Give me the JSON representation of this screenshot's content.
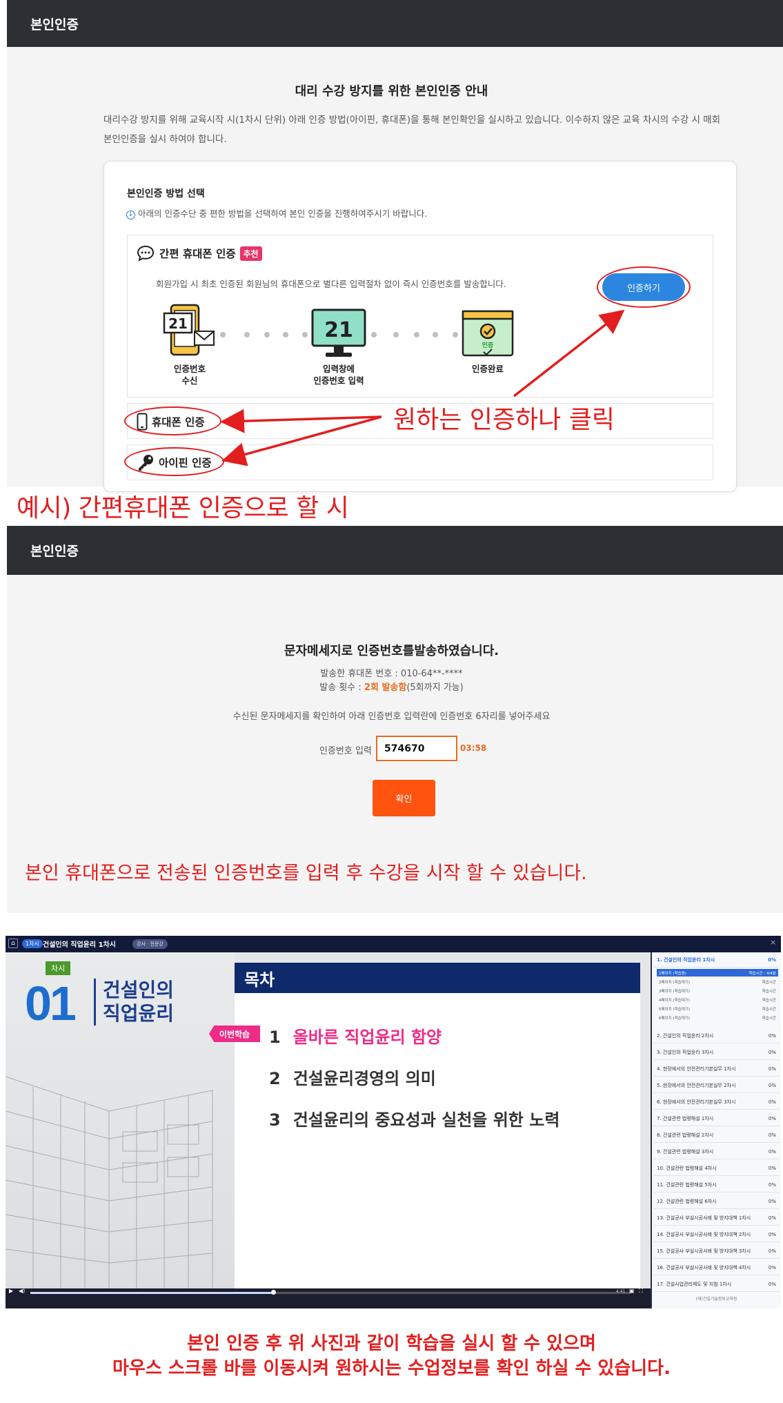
{
  "section1": {
    "header_title": "본인인증",
    "page_title": "대리 수강 방지를 위한 본인인증 안내",
    "description": "대리수강 방지를 위해 교육시작 시(1차시 단위) 아래 인증 방법(아이핀, 휴대폰)을 통해 본인확인을 실시하고 있습니다. 이수하지 않은 교육 차시의 수강 시 매회 본인인증을 실시 하여야 합니다.",
    "method_title": "본인인증 방법 선택",
    "method_desc": "아래의 인증수단 중 편한 방법을 선택하여 본인 인증을 진행하여주시기 바랍니다.",
    "simple_phone": {
      "label": "간편 휴대폰 인증",
      "badge": "추천",
      "desc": "회원가입 시 최초 인증된 회원님의 휴대폰으로 별다른 입력절차 없이 즉시 인증번호를 발송합니다.",
      "button": "인증하기",
      "step1_number": "21",
      "step2_number": "21",
      "step3_badge": "인증",
      "steps": [
        "인증번호\n수신",
        "입력창에\n인증번호 입력",
        "인증완료"
      ]
    },
    "phone_option": "휴대폰 인증",
    "ipin_option": "아이핀 인증",
    "annotation": "원하는 인증하나 클릭"
  },
  "example_caption": "예시) 간편휴대폰 인증으로 할 시",
  "section2": {
    "header_title": "본인인증",
    "title": "문자메세지로 인증번호를발송하였습니다.",
    "sent_phone": "발송한 휴대폰 번호 : 010-64**-****",
    "send_count_prefix": "발송 횟수 : ",
    "send_count_value": "2회 발송함",
    "send_count_suffix": "(5회까지 가능)",
    "instruction": "수신된 문자메세지를 확인하여 아래 인증번호 입력란에 인증번호 6자리를 넣어주세요",
    "code_label": "인증번호 입력",
    "code_value": "574670",
    "timer": "03:58",
    "confirm_button": "확인",
    "annotation": "본인 휴대폰으로 전송된 인증번호를 입력 후 수강을 시작 할 수 있습니다."
  },
  "player": {
    "session_badge": "1차시",
    "course_title": "건설인의 직업윤리 1차시",
    "top_chip": "강사 · 전문강",
    "slide_chasi": "차시",
    "slide_number": "01",
    "slide_course_line1": "건설인의",
    "slide_course_line2": "직업윤리",
    "toc_title": "목차",
    "current_tag": "이번학습",
    "toc": [
      {
        "num": "1",
        "text": "올바른 직업윤리 함양"
      },
      {
        "num": "2",
        "text": "건설윤리경영의 의미"
      },
      {
        "num": "3",
        "text": "건설윤리의 중요성과 실천을 위한 노력"
      }
    ],
    "time_readout": "4:41",
    "sidebar": {
      "active_item": "1. 건설인의 직업윤리 1차시",
      "active_pct": "0%",
      "active_sub": "1페이지 (학습중)",
      "active_sub_status": "학습시간 : 4/4분",
      "sub_items": [
        "2페이지 (학습대기)",
        "3페이지 (학습대기)",
        "4페이지 (학습대기)",
        "5페이지 (학습대기)",
        "6페이지 (학습대기)"
      ],
      "sub_status": "학습시간",
      "items": [
        "2. 건설인의 직업윤리 2차시",
        "3. 건설인의 직업윤리 3차시",
        "4. 현장에서의 안전관리기본실무 1차시",
        "5. 현장에서의 안전관리기본실무 2차시",
        "6. 현장에서의 안전관리기본실무 3차시",
        "7. 건설관련 법령해설 1차시",
        "8. 건설관련 법령해설 2차시",
        "9. 건설관련 법령해설 3차시",
        "10. 건설관련 법령해설 4차시",
        "11. 건설관련 법령해설 5차시",
        "12. 건설관련 법령해설 6차시",
        "13. 건설공사 부실시공사례 및 방지대책 1차시",
        "14. 건설공사 부실시공사례 및 방지대책 2차시",
        "15. 건설공사 부실시공사례 및 방지대책 3차시",
        "16. 건설공사 부실시공사례 및 방지대책 4차시",
        "17. 건설사업관리제도 및 지침 1차시"
      ],
      "item_pct": "0%",
      "footer": "(재)건설기술정보교육원"
    }
  },
  "bottom_note_line1": "본인 인증 후 위 사진과 같이 학습을 실시 할 수 있으며",
  "bottom_note_line2": "마우스 스크롤 바를 이동시켜 원하시는 수업정보를 확인 하실 수 있습니다.",
  "colors": {
    "header_bg": "#2c2f33",
    "annotation_red": "#e31e1e",
    "auth_button_blue": "#2c86e0",
    "confirm_orange": "#ff5410",
    "badge_pink": "#e8346a"
  }
}
